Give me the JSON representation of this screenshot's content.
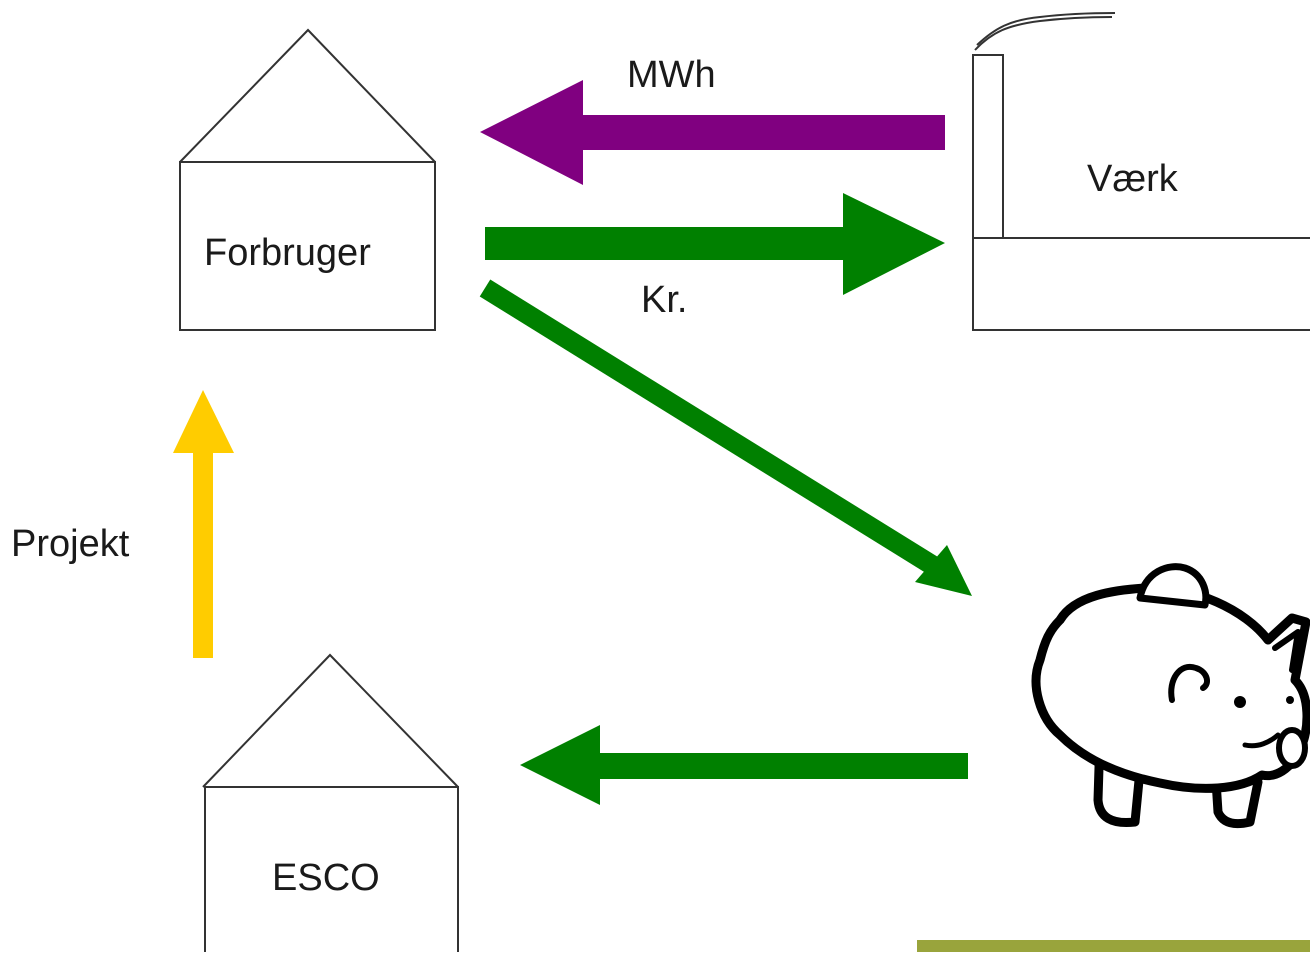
{
  "labels": {
    "consumer": "Forbruger",
    "plant": "Værk",
    "esco": "ESCO",
    "energy_flow": "MWh",
    "payment_flow": "Kr.",
    "project_flow": "Projekt"
  },
  "colors": {
    "energy": "#800080",
    "money": "#008000",
    "project": "#FFCC00",
    "outline": "#333333",
    "bottom_bar": "#99A43C"
  },
  "icons": {
    "savings": "piggy-bank-icon"
  }
}
